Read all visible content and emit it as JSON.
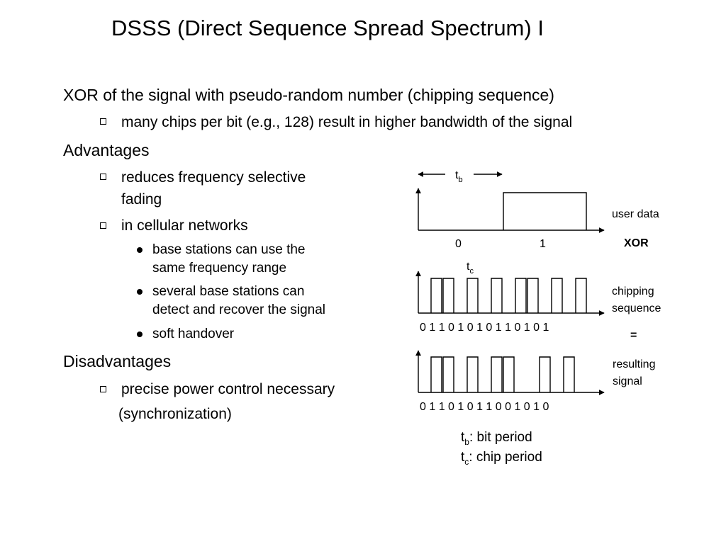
{
  "title": "DSSS (Direct Sequence Spread Spectrum) I",
  "bullets": {
    "xor_line": "XOR of the signal with pseudo-random number (chipping sequence)",
    "chips_line": "many chips per bit (e.g., 128) result in higher bandwidth of the signal",
    "advantages": "Advantages",
    "adv1_line1": "reduces frequency selective",
    "adv1_line2": "fading",
    "adv2": "in cellular networks",
    "sub1_line1": "base stations can use the",
    "sub1_line2": "same frequency range",
    "sub2_line1": "several base stations can",
    "sub2_line2": "detect and recover the signal",
    "sub3": "soft handover",
    "disadvantages": "Disadvantages",
    "dis1": "precise power control necessary",
    "dis1_cont": "(synchronization)"
  },
  "diagram": {
    "tb_label": "t",
    "tb_sub": "b",
    "tc_label": "t",
    "tc_sub": "c",
    "user_data": {
      "bits": [
        0,
        1
      ],
      "bit_labels": [
        "0",
        "1"
      ],
      "label": "user data"
    },
    "xor_label": "XOR",
    "chipping": {
      "chips": [
        0,
        1,
        1,
        0,
        1,
        0,
        1,
        0,
        1,
        1,
        0,
        1,
        0,
        1
      ],
      "label_line1": "chipping",
      "label_line2": "sequence",
      "sequence_text": "0 1 1 0 1 0 1 0 1 1 0 1 0 1"
    },
    "equals_label": "=",
    "result": {
      "chips": [
        0,
        1,
        1,
        0,
        1,
        0,
        1,
        1,
        0,
        0,
        1,
        0,
        1,
        0
      ],
      "label_line1": "resulting",
      "label_line2": "signal",
      "sequence_text": "0 1 1 0 1 0 1 1 0 0 1 0 1 0"
    },
    "legend": {
      "tb_text": ": bit period",
      "tc_text": ": chip period"
    }
  }
}
